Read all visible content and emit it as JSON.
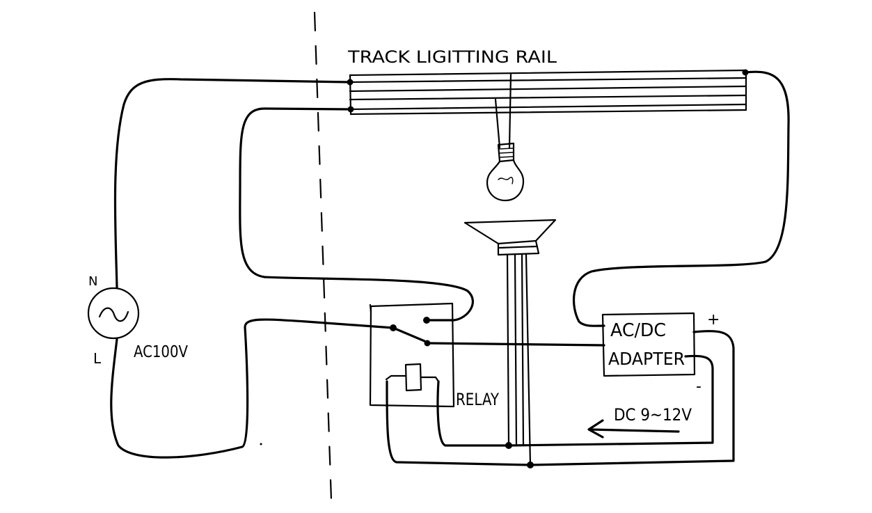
{
  "labels": {
    "rail": "TRACK LIGITTING RAIL",
    "source_n": "N",
    "source_l": "L",
    "source_voltage": "AC100V",
    "relay": "RELAY",
    "adapter_line1": "AC/DC",
    "adapter_line2": "ADAPTER",
    "plus": "+",
    "minus": "-",
    "dc_voltage": "DC 9~12V"
  }
}
